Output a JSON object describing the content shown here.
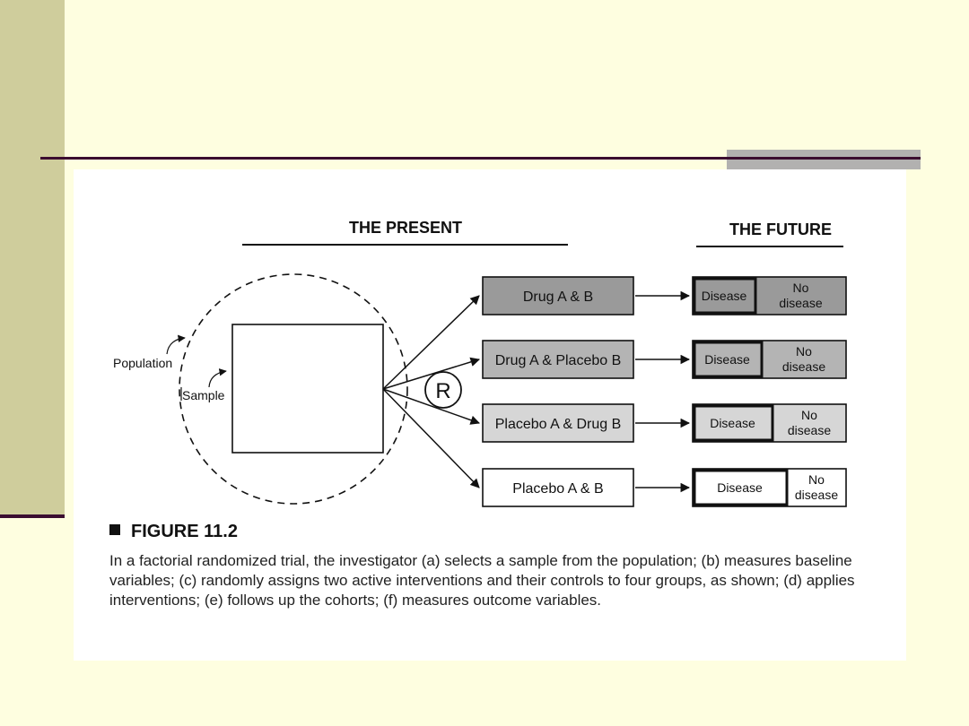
{
  "diagram": {
    "header_present": "THE PRESENT",
    "header_future": "THE FUTURE",
    "population_label": "Population",
    "sample_label": "Sample",
    "randomize_label": "R",
    "groups": [
      {
        "label": "Drug A & B",
        "disease": "Disease",
        "no_disease": [
          "No",
          "disease"
        ],
        "fill": "#9a9a9a"
      },
      {
        "label": "Drug A & Placebo B",
        "disease": "Disease",
        "no_disease": [
          "No",
          "disease"
        ],
        "fill": "#b4b4b4"
      },
      {
        "label": "Placebo A & Drug B",
        "disease": "Disease",
        "no_disease": [
          "No",
          "disease"
        ],
        "fill": "#d6d6d6"
      },
      {
        "label": "Placebo A & B",
        "disease": "Disease",
        "no_disease": [
          "No",
          "disease"
        ],
        "fill": "#ffffff"
      }
    ]
  },
  "caption": {
    "heading": "FIGURE 11.2",
    "text": "In a factorial randomized trial, the investigator (a) selects a sample from the population; (b) measures baseline variables; (c) randomly assigns two active interventions and their controls to four groups, as shown; (d) applies interventions; (e) follows up the cohorts; (f) measures outcome variables."
  }
}
